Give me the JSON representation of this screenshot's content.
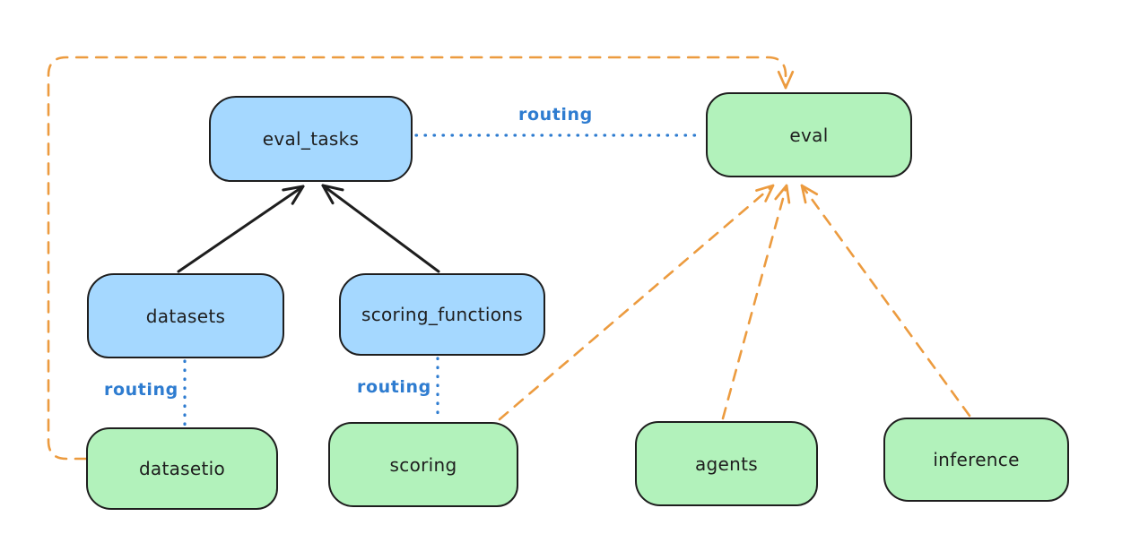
{
  "diagram": {
    "background": "#ffffff",
    "style": "hand-drawn"
  },
  "colors": {
    "box_border": "#1e1e1e",
    "blue_box_fill": "#a5d8ff",
    "green_box_fill": "#b2f2bb",
    "routing_blue": "#2e7cd0",
    "dashed_orange": "#ec9b3f",
    "solid_arrow_black": "#1e1e1e",
    "label_text": "#1e1e1e"
  },
  "nodes": [
    {
      "id": "eval_tasks",
      "label": "eval_tasks",
      "fill": "blue"
    },
    {
      "id": "eval",
      "label": "eval",
      "fill": "green"
    },
    {
      "id": "datasets",
      "label": "datasets",
      "fill": "blue"
    },
    {
      "id": "scoring_functions",
      "label": "scoring_functions",
      "fill": "blue"
    },
    {
      "id": "datasetio",
      "label": "datasetio",
      "fill": "green"
    },
    {
      "id": "scoring",
      "label": "scoring",
      "fill": "green"
    },
    {
      "id": "agents",
      "label": "agents",
      "fill": "green"
    },
    {
      "id": "inference",
      "label": "inference",
      "fill": "green"
    }
  ],
  "edges": [
    {
      "from": "datasets",
      "to": "eval_tasks",
      "style": "solid-arrow",
      "color": "black"
    },
    {
      "from": "scoring_functions",
      "to": "eval_tasks",
      "style": "solid-arrow",
      "color": "black"
    },
    {
      "from": "eval_tasks",
      "to": "eval",
      "style": "dotted",
      "color": "blue",
      "label": "routing"
    },
    {
      "from": "datasets",
      "to": "datasetio",
      "style": "dotted",
      "color": "blue",
      "label": "routing"
    },
    {
      "from": "scoring_functions",
      "to": "scoring",
      "style": "dotted",
      "color": "blue",
      "label": "routing"
    },
    {
      "from": "datasetio",
      "to": "eval",
      "style": "dashed-arrow",
      "color": "orange"
    },
    {
      "from": "scoring",
      "to": "eval",
      "style": "dashed-arrow",
      "color": "orange"
    },
    {
      "from": "agents",
      "to": "eval",
      "style": "dashed-arrow",
      "color": "orange"
    },
    {
      "from": "inference",
      "to": "eval",
      "style": "dashed-arrow",
      "color": "orange"
    }
  ]
}
